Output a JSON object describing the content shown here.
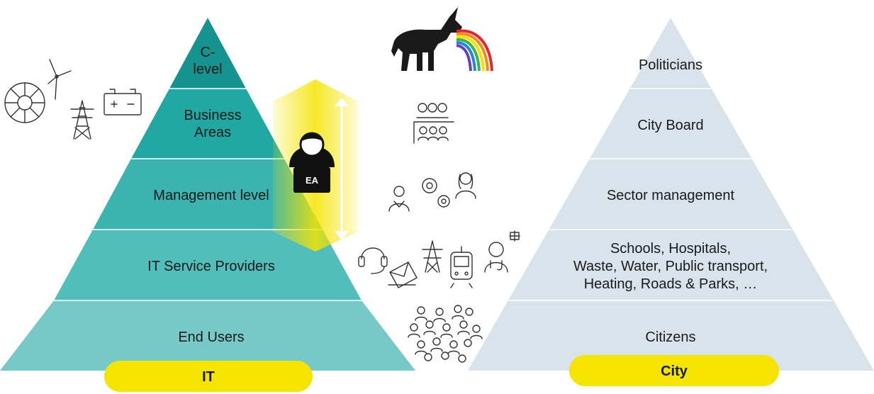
{
  "it_pyramid": {
    "levels": [
      {
        "lines": [
          "C-",
          "level"
        ]
      },
      {
        "lines": [
          "Business",
          "Areas"
        ]
      },
      {
        "lines": [
          "Management level"
        ]
      },
      {
        "lines": [
          "IT Service Providers"
        ]
      },
      {
        "lines": [
          "End Users"
        ]
      }
    ],
    "label": "IT",
    "colors": [
      "#15948f",
      "#21a8a3",
      "#3bb4af",
      "#52bebb",
      "#76c9c6"
    ]
  },
  "city_pyramid": {
    "levels": [
      {
        "lines": [
          "Politicians"
        ]
      },
      {
        "lines": [
          "City Board"
        ]
      },
      {
        "lines": [
          "Sector management"
        ]
      },
      {
        "lines": [
          "Schools, Hospitals,",
          "Waste, Water, Public transport,",
          "Heating, Roads & Parks, …"
        ]
      },
      {
        "lines": [
          "Citizens"
        ]
      }
    ],
    "label": "City",
    "color": "#d9e3ec"
  },
  "ea_badge": {
    "text": "EA"
  },
  "accent": {
    "yellow": "#f5e400"
  },
  "icons": [
    "solar-panel-icon",
    "wind-turbine-icon",
    "power-pylon-icon",
    "battery-icon",
    "unicorn-rainbow-icon",
    "meeting-group-icon",
    "managers-gears-icon",
    "headset-icon",
    "envelope-icon",
    "pylon-icon",
    "tram-icon",
    "nurse-icon",
    "crowd-icon"
  ]
}
